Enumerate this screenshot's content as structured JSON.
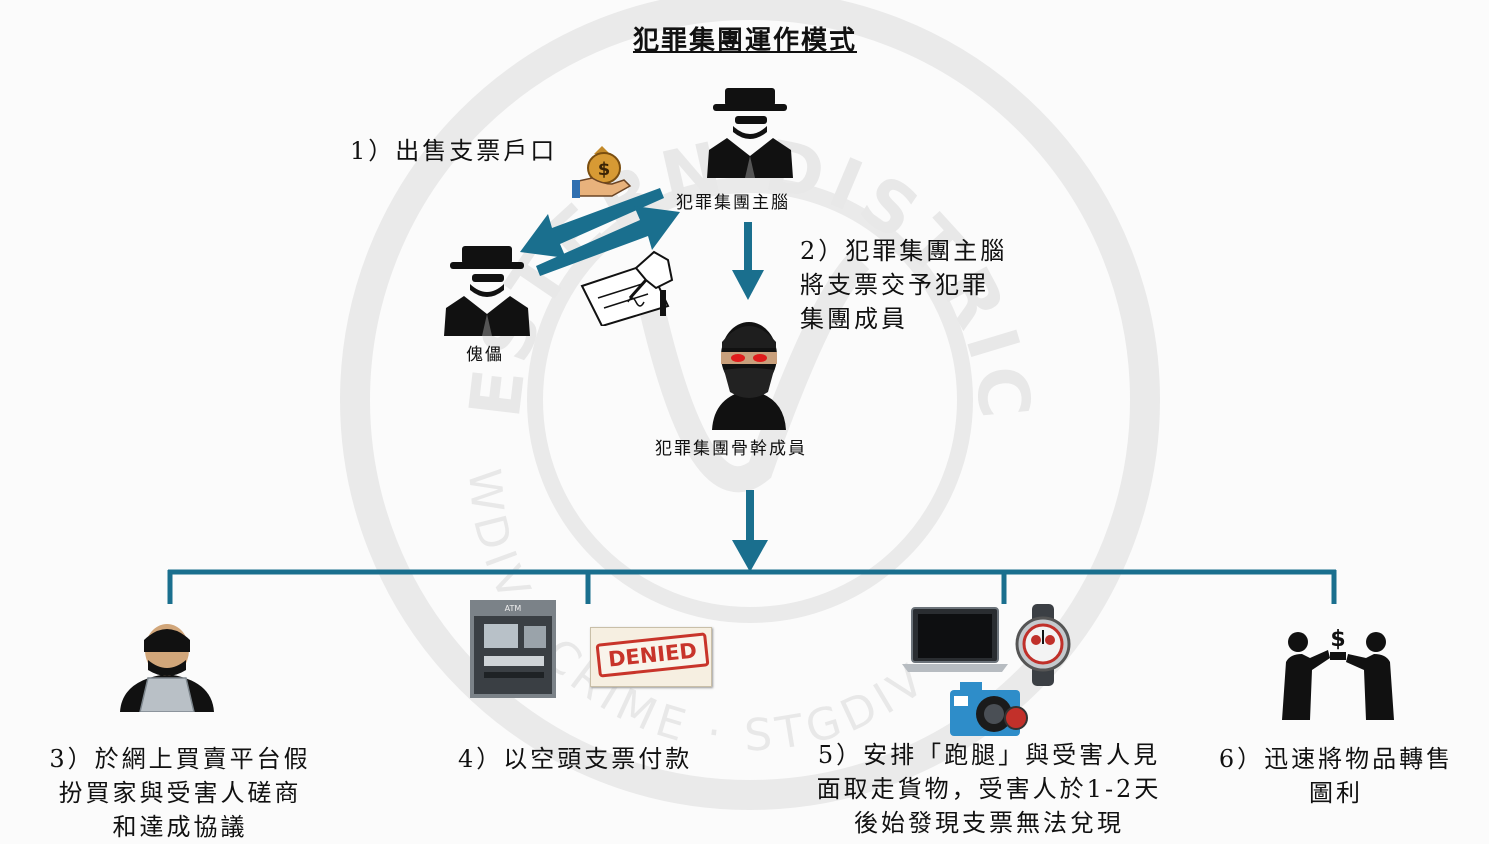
{
  "title": "犯罪集團運作模式",
  "watermark": {
    "top_text": "ESTERN DISTRICT",
    "bottom_text": "WDIV · CRIME · STGDIV"
  },
  "nodes": {
    "mastermind": "犯罪集團主腦",
    "puppet": "傀儡",
    "core_member": "犯罪集團骨幹成員"
  },
  "steps": {
    "step1": "1）出售支票戶口",
    "step2": "2）犯罪集團主腦\n將支票交予犯罪\n集團成員",
    "step3": "3）於網上買賣平台假\n扮買家與受害人磋商\n和達成協議",
    "step4": "4）以空頭支票付款",
    "step5": "5）安排「跑腿」與受害人見\n面取走貨物，受害人於1-2天\n後始發現支票無法兌現",
    "step6": "6）迅速將物品轉售\n圖利"
  },
  "labels": {
    "denied_stamp": "DENIED",
    "atm_label": "ATM",
    "money_bag_symbol": "$",
    "cash_symbol": "$"
  },
  "colors": {
    "arrow_teal": "#1a6f8e",
    "silhouette": "#111111",
    "denied_red": "#c8342a",
    "watermark": "#e6e6e6"
  },
  "icons": [
    "mastermind-spy-icon",
    "puppet-spy-icon",
    "masked-criminal-icon",
    "money-bag-hand-icon",
    "signing-cheque-icon",
    "hacker-laptop-icon",
    "atm-icon",
    "denied-cheque-icon",
    "laptop-icon",
    "wristwatch-icon",
    "camera-icon",
    "cash-exchange-icon"
  ]
}
